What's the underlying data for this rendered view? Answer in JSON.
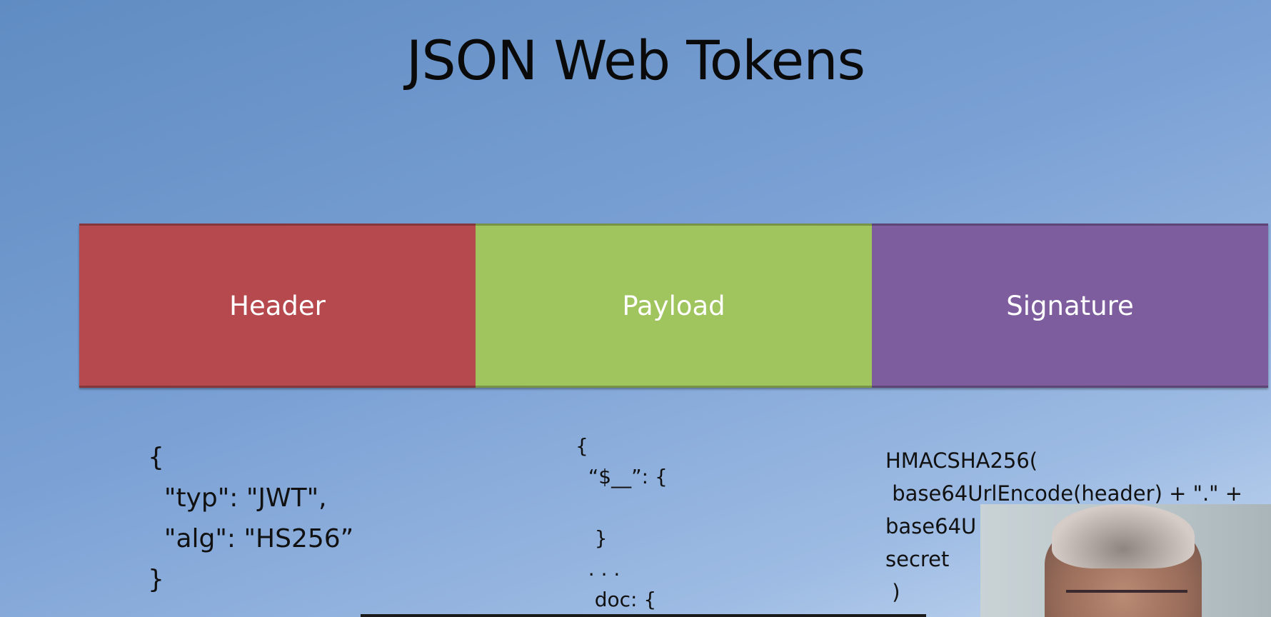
{
  "slide": {
    "title": "JSON Web Tokens",
    "segments": [
      {
        "label": "Header",
        "color": "#b5494d"
      },
      {
        "label": "Payload",
        "color": "#a0c45e"
      },
      {
        "label": "Signature",
        "color": "#7d5d9e"
      }
    ],
    "header_code": [
      "{",
      "  \"typ\": \"JWT\",",
      "  \"alg\": \"HS256”",
      "}"
    ],
    "payload_code": [
      "{",
      "  “$__”: {",
      "",
      "   }",
      "  . . .",
      "   doc: {"
    ],
    "signature_code": [
      "HMACSHA256(",
      " base64UrlEncode(header) + \".\" +",
      "base64U",
      "secret",
      " )"
    ]
  }
}
